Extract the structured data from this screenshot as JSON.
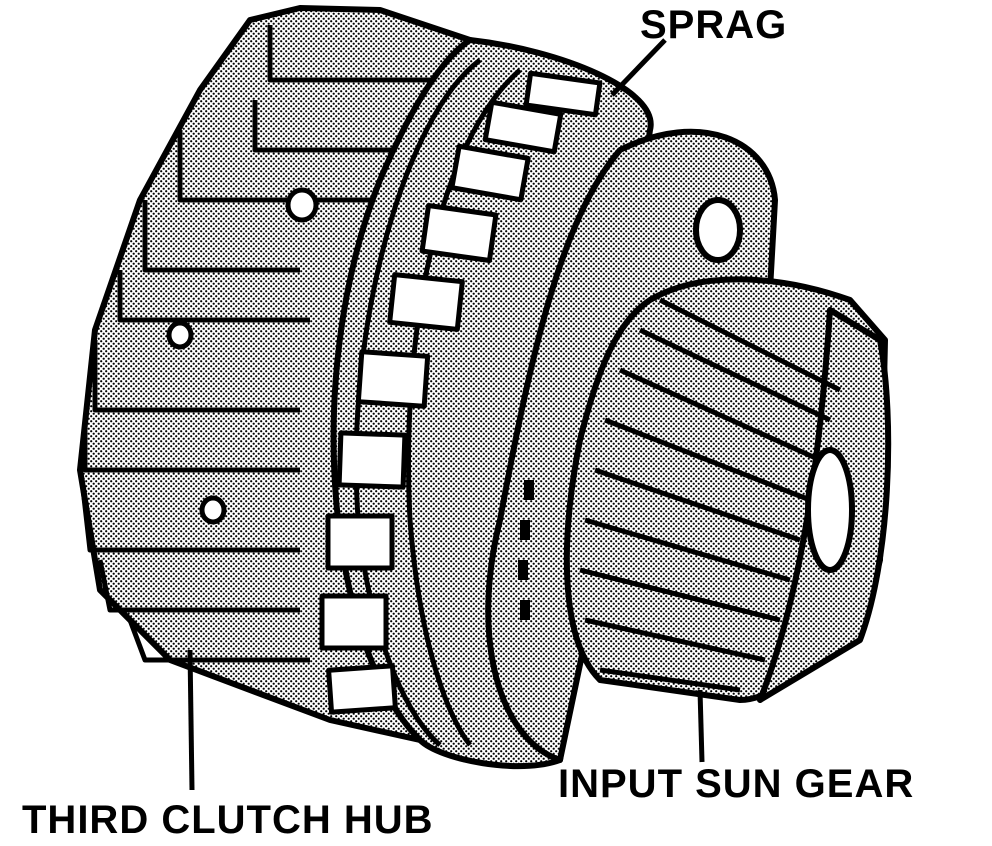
{
  "labels": {
    "sprag": "SPRAG",
    "input_sun_gear": "INPUT SUN GEAR",
    "third_clutch_hub": "THIRD CLUTCH HUB"
  },
  "colors": {
    "ink": "#000000",
    "paper": "#ffffff",
    "shade_dot": "#000000"
  }
}
